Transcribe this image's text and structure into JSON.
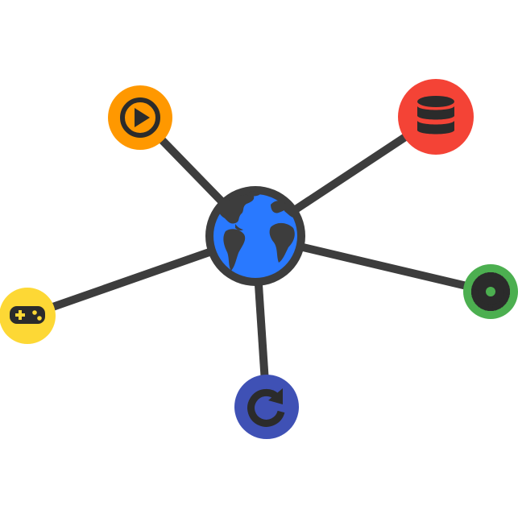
{
  "diagram": {
    "type": "network-hub",
    "link_color": "#3d3d3d",
    "icon_color": "#2b2b2b",
    "hub": {
      "name": "globe",
      "icon": "globe-icon",
      "ring_color": "#3d3d3d",
      "ocean_color": "#2979ff",
      "land_color": "#3d3d3d"
    },
    "nodes": [
      {
        "id": "media",
        "icon": "play-icon",
        "color": "#ff9800"
      },
      {
        "id": "database",
        "icon": "database-icon",
        "color": "#f44336"
      },
      {
        "id": "settings",
        "icon": "gear-icon",
        "color": "#4caf50"
      },
      {
        "id": "sync",
        "icon": "refresh-icon",
        "color": "#3f51b5"
      },
      {
        "id": "gaming",
        "icon": "gamepad-icon",
        "color": "#fdd835"
      }
    ]
  }
}
